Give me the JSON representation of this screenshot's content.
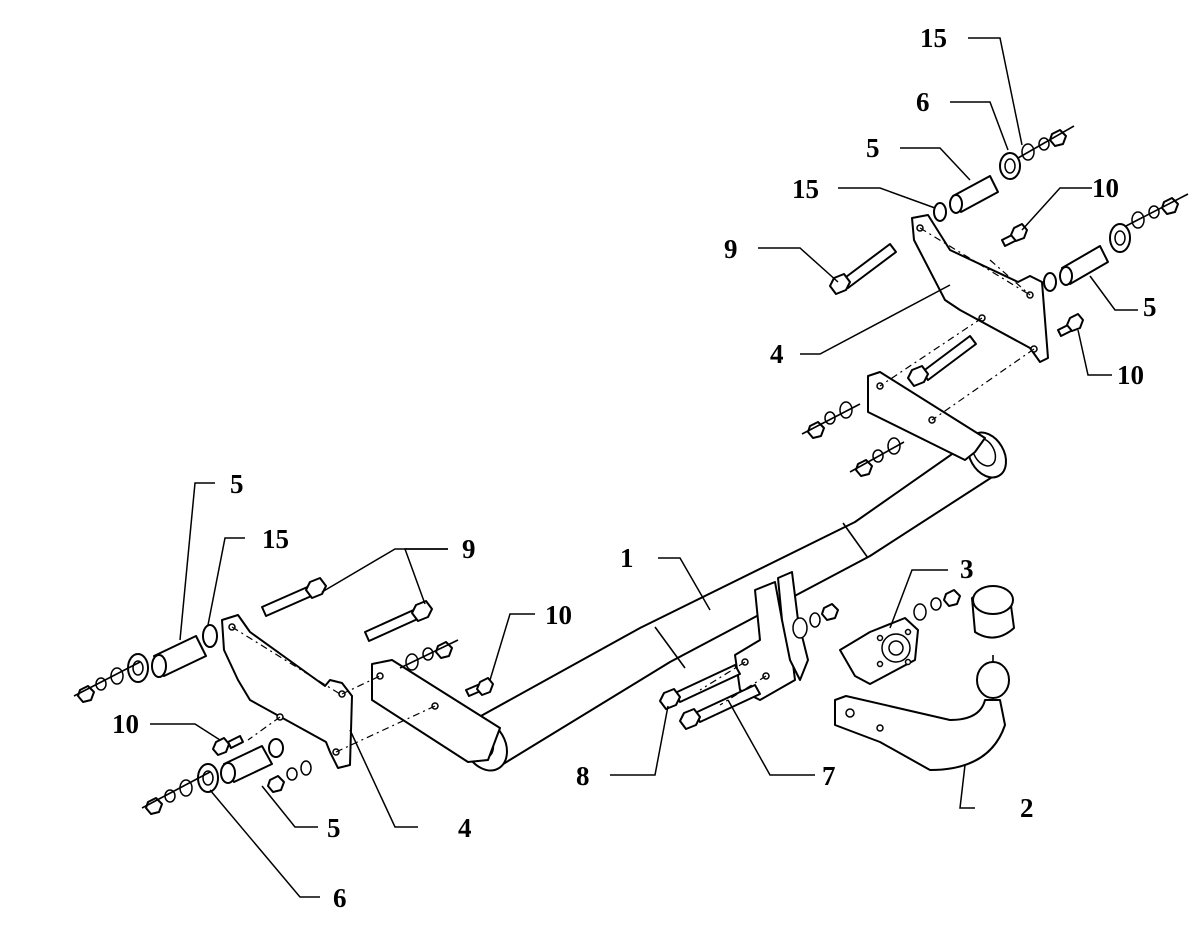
{
  "diagram": {
    "callouts": [
      {
        "id": "c1",
        "label": "1"
      },
      {
        "id": "c2",
        "label": "2"
      },
      {
        "id": "c3",
        "label": "3"
      },
      {
        "id": "c4a",
        "label": "4"
      },
      {
        "id": "c4b",
        "label": "4"
      },
      {
        "id": "c5a",
        "label": "5"
      },
      {
        "id": "c5b",
        "label": "5"
      },
      {
        "id": "c5c",
        "label": "5"
      },
      {
        "id": "c5d",
        "label": "5"
      },
      {
        "id": "c6a",
        "label": "6"
      },
      {
        "id": "c6b",
        "label": "6"
      },
      {
        "id": "c7",
        "label": "7"
      },
      {
        "id": "c8",
        "label": "8"
      },
      {
        "id": "c9a",
        "label": "9"
      },
      {
        "id": "c9b",
        "label": "9"
      },
      {
        "id": "c10a",
        "label": "10"
      },
      {
        "id": "c10b",
        "label": "10"
      },
      {
        "id": "c10c",
        "label": "10"
      },
      {
        "id": "c10d",
        "label": "10"
      },
      {
        "id": "c15a",
        "label": "15"
      },
      {
        "id": "c15b",
        "label": "15"
      },
      {
        "id": "c15c",
        "label": "15"
      }
    ]
  }
}
